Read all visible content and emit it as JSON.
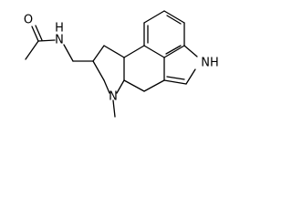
{
  "molecule": {
    "atoms": {
      "oxygen": "O",
      "amide_nitrogen": "N",
      "amide_hydrogen": "H",
      "indole_nh": "NH",
      "ring_nitrogen": "N"
    },
    "colors": {
      "bond": "#000000",
      "background": "#ffffff"
    }
  }
}
